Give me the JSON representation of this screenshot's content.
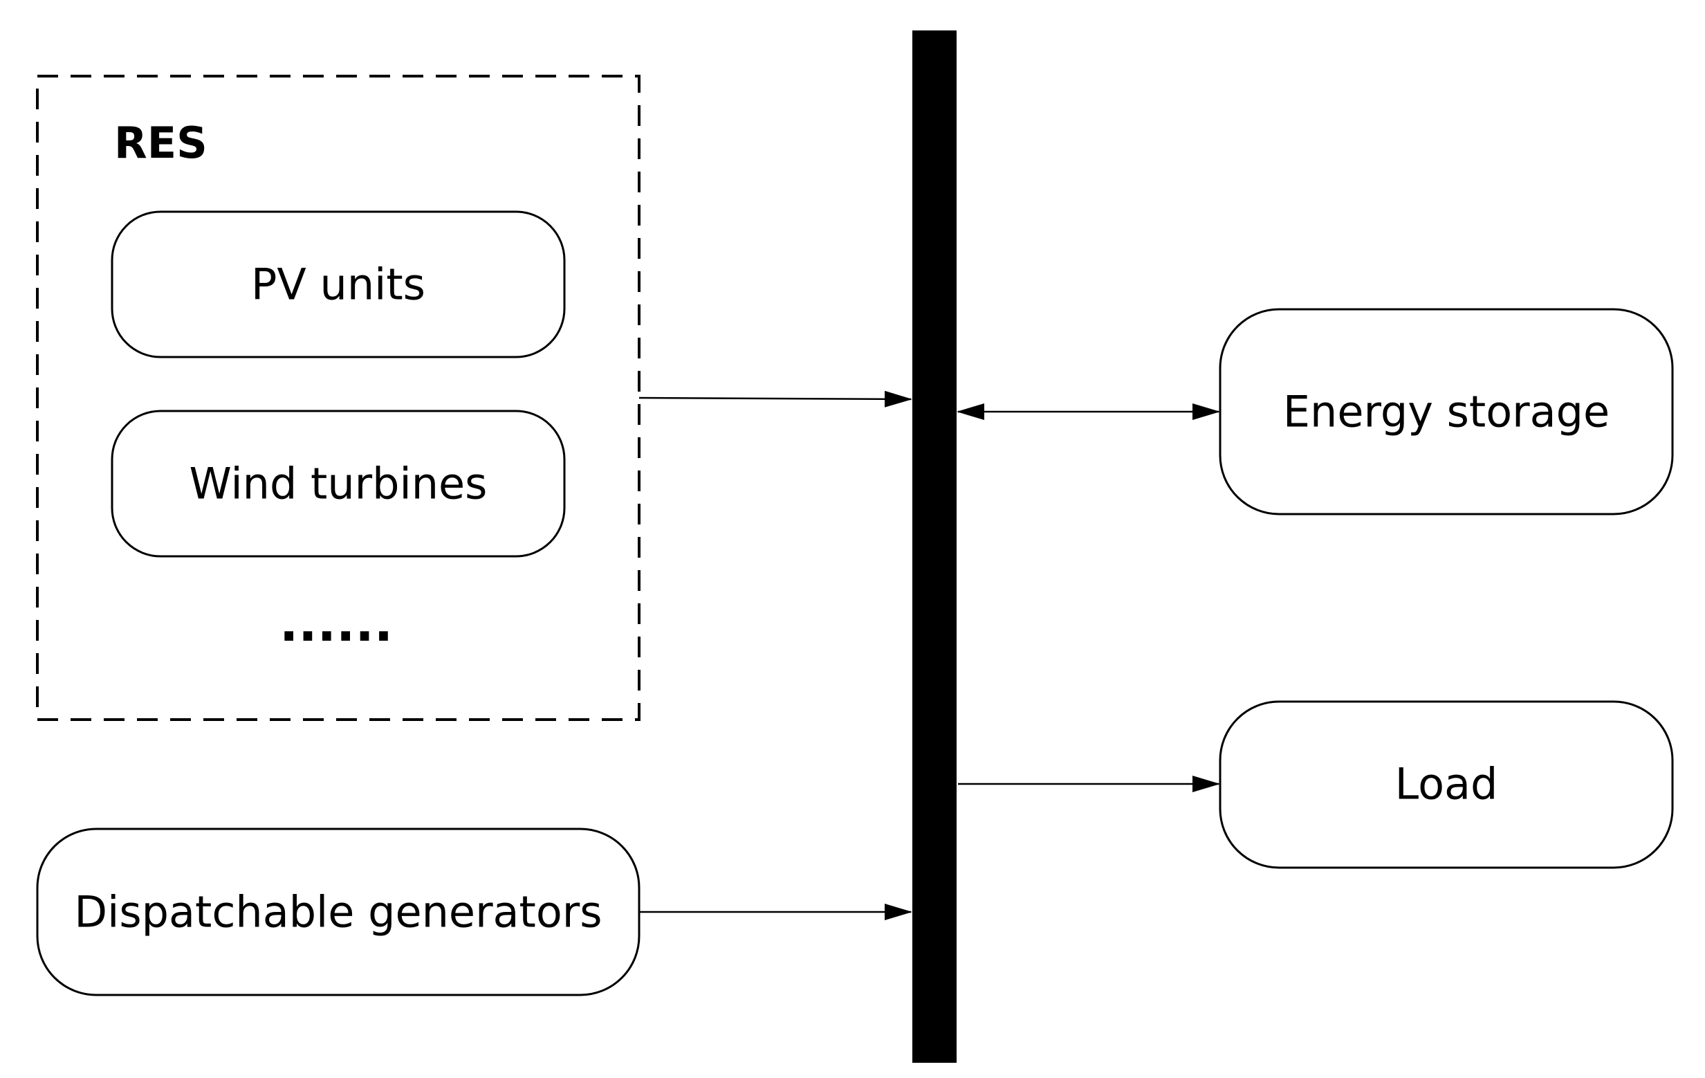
{
  "colors": {
    "background": "#ffffff",
    "stroke": "#000000",
    "bus": "#000000"
  },
  "group": {
    "label": "RES",
    "ellipsis": "......",
    "items": [
      {
        "id": "pv",
        "label": "PV units"
      },
      {
        "id": "wind",
        "label": "Wind turbines"
      }
    ]
  },
  "nodes": {
    "dispatchable": {
      "label": "Dispatchable generators"
    },
    "storage": {
      "label": "Energy storage"
    },
    "load": {
      "label": "Load"
    }
  },
  "edges": [
    {
      "from": "RES",
      "to": "bus",
      "direction": "forward"
    },
    {
      "from": "dispatchable",
      "to": "bus",
      "direction": "forward"
    },
    {
      "from": "bus",
      "to": "storage",
      "direction": "bidirectional"
    },
    {
      "from": "bus",
      "to": "load",
      "direction": "forward"
    }
  ]
}
